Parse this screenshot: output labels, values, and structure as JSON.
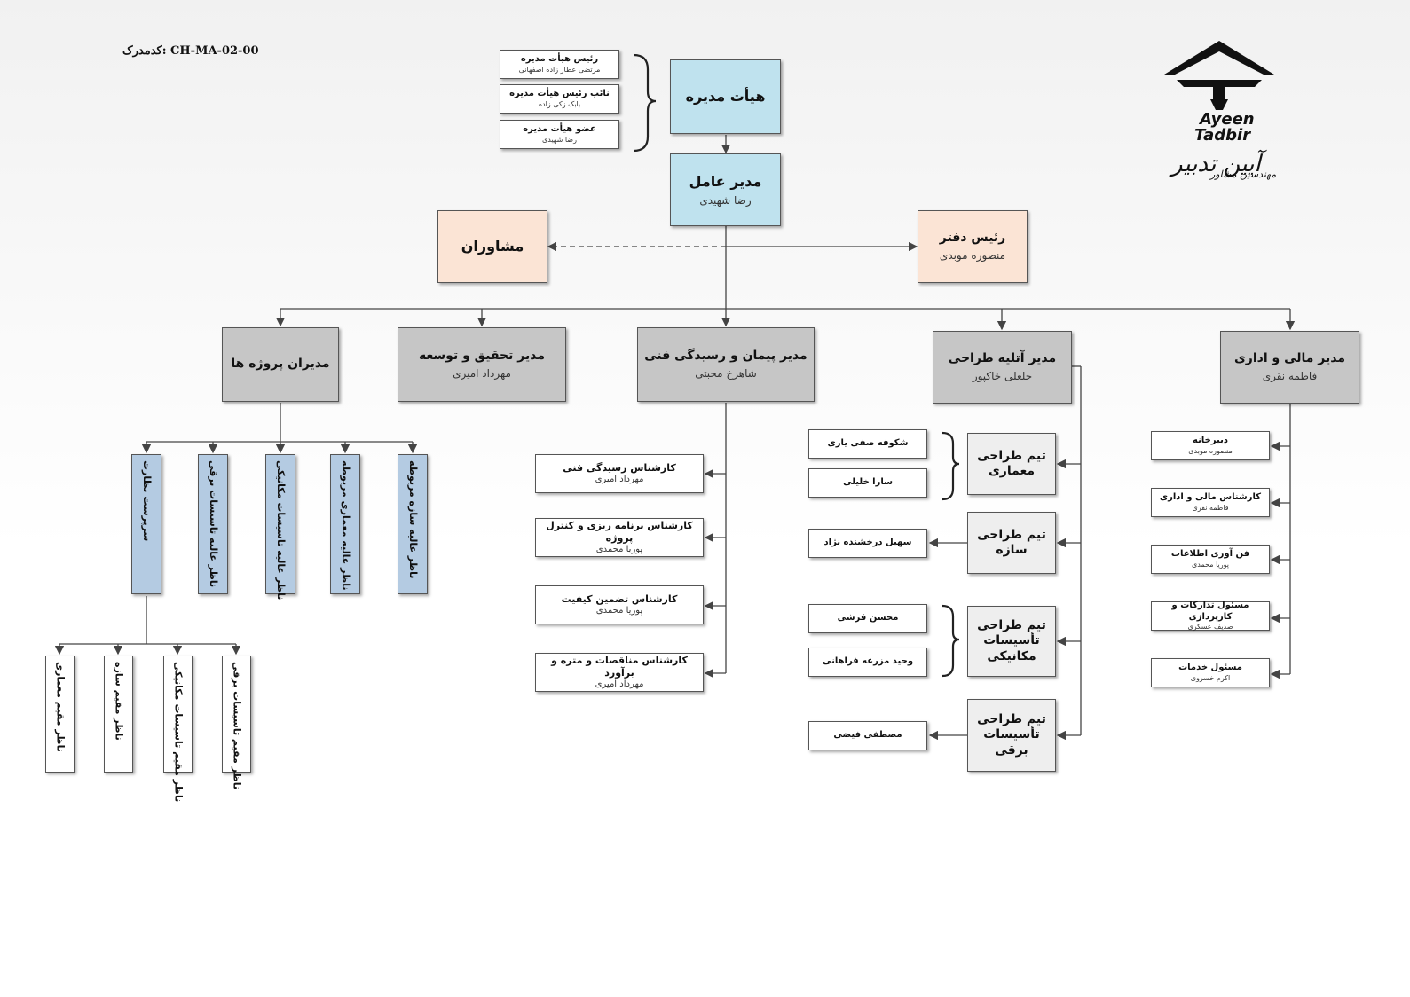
{
  "code_label": "کدمدرک: CH-MA-02-00",
  "logo": {
    "name_line1": "Ayeen",
    "name_line2": "Tadbir",
    "fa_name": "آیین تدبیر",
    "fa_sub": "مهندسین مشاور"
  },
  "board": {
    "title": "هیأت مدیره",
    "members": [
      {
        "role": "رئیس هیأت مدیره",
        "name": "مرتضی عطار زاده اصفهانی"
      },
      {
        "role": "نائب رئیس هیأت مدیره",
        "name": "بابک زکی زاده"
      },
      {
        "role": "عضو هیأت مدیره",
        "name": "رضا شهیدی"
      }
    ]
  },
  "ceo": {
    "title": "مدیر عامل",
    "name": "رضا شهیدی"
  },
  "advisors": {
    "title": "مشاوران"
  },
  "office_head": {
    "title": "رئیس دفتر",
    "name": "منصوره موبدی"
  },
  "managers": {
    "projects": {
      "title": "مدیران پروژه ها"
    },
    "rnd": {
      "title": "مدیر تحقیق و توسعه",
      "name": "مهرداد امیری"
    },
    "contracts": {
      "title": "مدیر پیمان و رسیدگی فنی",
      "name": "شاهرخ محبتی"
    },
    "atelier": {
      "title": "مدیر آتلیه طراحی",
      "name": "جلعلی خاکپور"
    },
    "finance": {
      "title": "مدیر مالی و اداری",
      "name": "فاطمه نقری"
    }
  },
  "project_supervisors": [
    {
      "label": "سرپرست نظارت"
    },
    {
      "label": "ناظر عالیه تاسیسات برقی"
    },
    {
      "label": "ناظر عالیه تاسیسات مکانیکی"
    },
    {
      "label": "ناظر عالیه معماری مربوطه"
    },
    {
      "label": "ناظر عالیه سازه مربوطه"
    }
  ],
  "resident_supervisors": [
    {
      "label": "ناظر مقیم معماری"
    },
    {
      "label": "ناظر مقیم سازه"
    },
    {
      "label": "ناظر مقیم تاسیسات مکانیکی"
    },
    {
      "label": "ناظر مقیم تاسیسات برقی"
    }
  ],
  "contract_experts": [
    {
      "title": "کارشناس رسیدگی فنی",
      "name": "مهرداد امیری"
    },
    {
      "title": "کارشناس برنامه ریزی و کنترل پروژه",
      "name": "پوریا محمدی"
    },
    {
      "title": "کارشناس تضمین کیفیت",
      "name": "پوریا محمدی"
    },
    {
      "title": "کارشناس مناقصات و متره و برآورد",
      "name": "مهرداد امیری"
    }
  ],
  "design_teams": [
    {
      "title": "تیم طراحی معماری",
      "members": [
        "شکوفه صفی یاری",
        "سارا خلیلی"
      ]
    },
    {
      "title": "تیم طراحی سازه",
      "members": [
        "سهیل درخشنده نژاد"
      ]
    },
    {
      "title": "تیم طراحی تأسیسات مکانیکی",
      "members": [
        "محسن قرشی",
        "وحید مزرعه فراهانی"
      ]
    },
    {
      "title": "تیم طراحی تأسیسات برقی",
      "members": [
        "مصطفی فیضی"
      ]
    }
  ],
  "finance_staff": [
    {
      "title": "دبیرخانه",
      "name": "منصوره موبدی"
    },
    {
      "title": "کارشناس مالی و اداری",
      "name": "فاطمه نقری"
    },
    {
      "title": "فن آوری اطلاعات",
      "name": "پوریا محمدی"
    },
    {
      "title": "مسئول تدارکات و کارپردازی",
      "name": "صدیف عسکری"
    },
    {
      "title": "مسئول خدمات",
      "name": "اکرم خسروی"
    }
  ]
}
